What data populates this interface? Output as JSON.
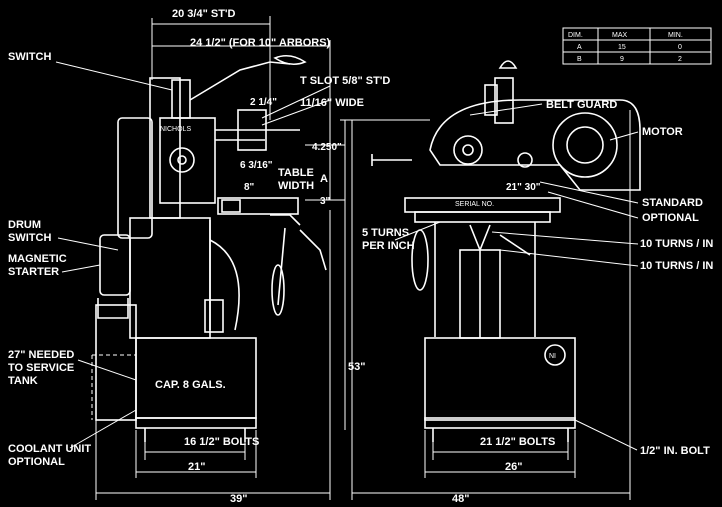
{
  "left_view": {
    "dim_top_1": "20 3/4\" ST'D",
    "dim_top_2": "24 1/2\" (FOR 10\" ARBORS)",
    "dim_2_1_4": "2 1/4\"",
    "dim_6_3_16": "6 3/16\"",
    "dim_8": "8\"",
    "dim_4_250": "4.250\"",
    "dim_3": "3\"",
    "dim_16_1_2_bolts": "16 1/2\" BOLTS",
    "dim_21": "21\"",
    "dim_39": "39\"",
    "brand": "NICHOLS",
    "tank_label": "CAP. 8 GALS."
  },
  "right_view": {
    "dim_21_1_2_bolts": "21 1/2\" BOLTS",
    "dim_26": "26\"",
    "dim_48": "48\"",
    "dim_53": "53\"",
    "dim_21_30": "21\" 30\"",
    "serial": "SERIAL NO.",
    "logo": "NI"
  },
  "callouts": {
    "switch": "SWITCH",
    "drum_switch": [
      "DRUM",
      "SWITCH"
    ],
    "magnetic_starter": [
      "MAGNETIC",
      "STARTER"
    ],
    "service_tank": [
      "27\" NEEDED",
      "TO SERVICE",
      "TANK"
    ],
    "coolant_unit": [
      "COOLANT UNIT",
      "OPTIONAL"
    ],
    "t_slot": "T SLOT 5/8\" ST'D",
    "wide": "11/16\" WIDE",
    "table_width": [
      "TABLE",
      "WIDTH",
      "A"
    ],
    "five_turns": [
      "5 TURNS",
      "PER INCH"
    ],
    "belt_guard": "BELT GUARD",
    "motor": "MOTOR",
    "standard": "STANDARD",
    "optional": "OPTIONAL",
    "turns_1": "10 TURNS / IN",
    "turns_2": "10 TURNS / IN",
    "in_bolt": "1/2\" IN. BOLT"
  },
  "dim_table": {
    "headers": [
      "DIM.",
      "MAX",
      "MIN."
    ],
    "rows": [
      [
        "A",
        "15",
        "0"
      ],
      [
        "B",
        "9",
        "2"
      ]
    ]
  }
}
